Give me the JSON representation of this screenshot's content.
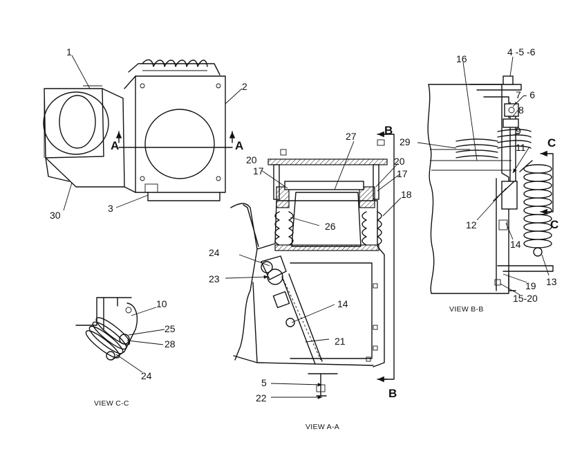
{
  "views": {
    "aa": "VIEW  A-A",
    "bb": "VIEW  B-B",
    "cc": "VIEW  C-C"
  },
  "section_marks": {
    "a": "A",
    "b": "B",
    "c": "C"
  },
  "callouts": {
    "c1": "1",
    "c2": "2",
    "c3": "3",
    "c30": "30",
    "c27": "27",
    "c20a": "20",
    "c20b": "20",
    "c17a": "17",
    "c17b": "17",
    "c18": "18",
    "c26": "26",
    "c24": "24",
    "c23": "23",
    "c14": "14",
    "c21": "21",
    "c5": "5",
    "c22": "22",
    "c10": "10",
    "c25": "25",
    "c28": "28",
    "c24b": "24",
    "c16": "16",
    "c456": "4 -5 -6",
    "c76": "7 - 6",
    "c8": "8",
    "c9": "9",
    "c29": "29",
    "c11": "11",
    "c12": "12",
    "c14b": "14",
    "c13": "13",
    "c19": "19",
    "c1520": "15-20"
  }
}
